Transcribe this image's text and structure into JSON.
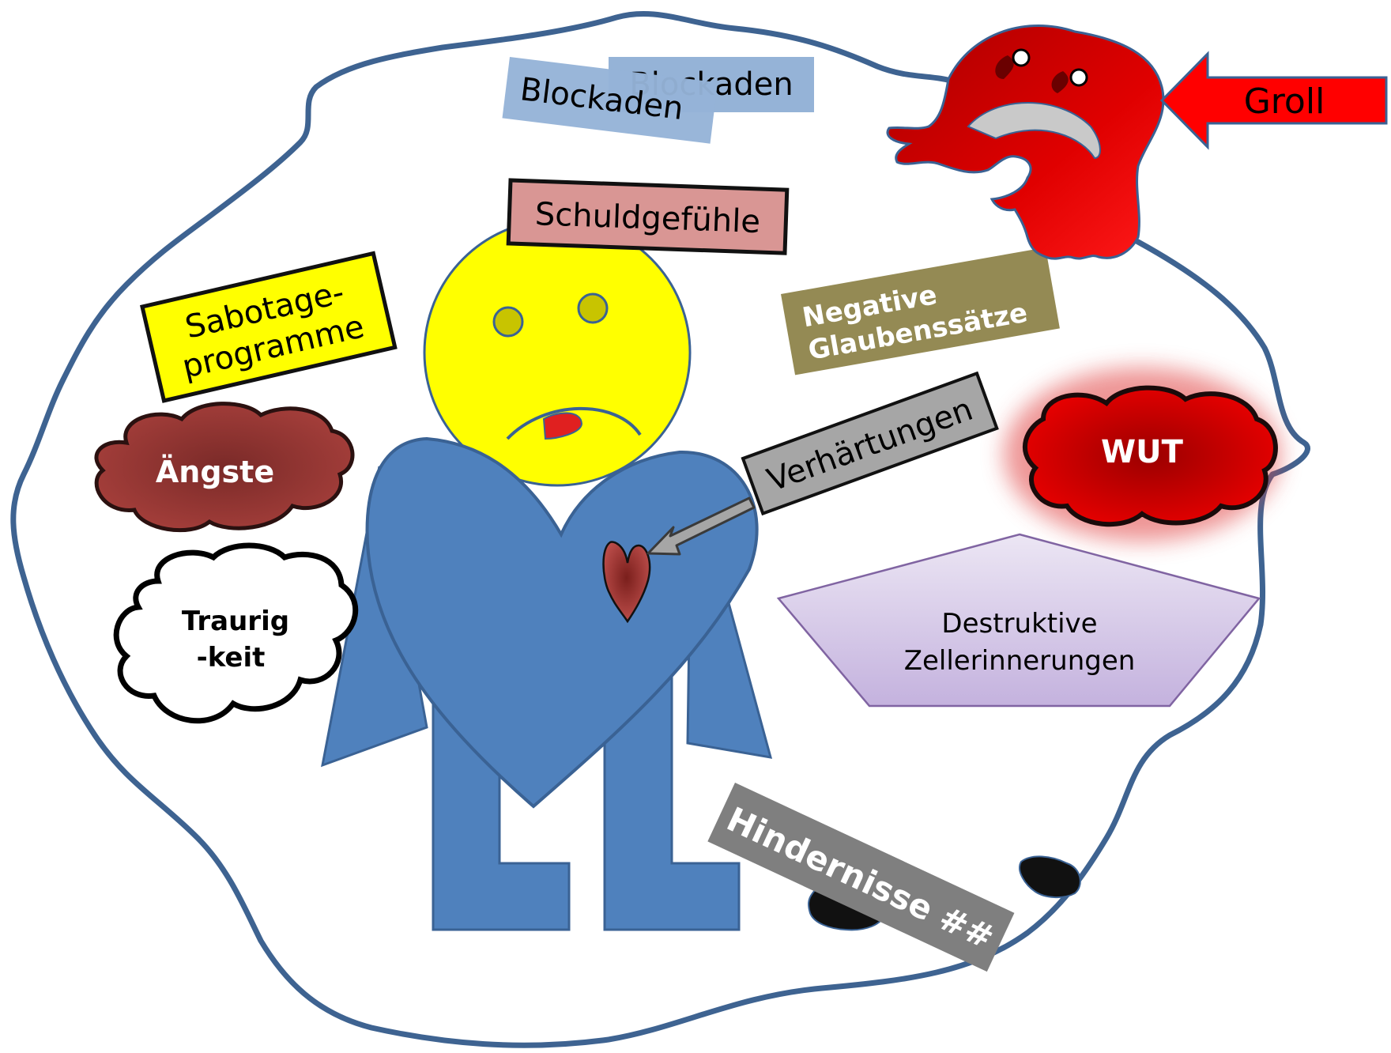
{
  "labels": {
    "blockaden_back": "Blockaden",
    "blockaden_front": "Blockaden",
    "schuldgefuehle": "Schuldgefühle",
    "sabotage_line1": "Sabotage-",
    "sabotage_line2": "programme",
    "negative_line1": "Negative",
    "negative_line2": "Glaubenssätze",
    "aengste": "Ängste",
    "traurigkeit_line1": "Traurig",
    "traurigkeit_line2": "-keit",
    "wut": "WUT",
    "groll": "Groll",
    "verhaertungen": "Verhärtungen",
    "destruktive_line1": "Destruktive",
    "destruktive_line2": "Zellerinnerungen",
    "hindernisse": "Hindernisse ##"
  },
  "colors": {
    "outline_blue": "#3e6391",
    "body_blue": "#4f81bd",
    "face_yellow": "#ffff00",
    "blockaden_blue": "#95b3d7",
    "schuld_pink": "#d99694",
    "negative_olive": "#948a54",
    "aengste_brown": "#953735",
    "wut_red": "#c00000",
    "groll_red": "#ff0000",
    "verhaertungen_gray": "#a6a6a6",
    "destruktive_lilac": "#ccc0da",
    "hindernisse_gray": "#7f7f7f"
  },
  "icons": {
    "face": "sad-face-icon",
    "heart_body": "heart-body-icon",
    "small_heart": "small-heart-icon",
    "monster": "red-monster-icon",
    "stones": "stone-icon"
  }
}
